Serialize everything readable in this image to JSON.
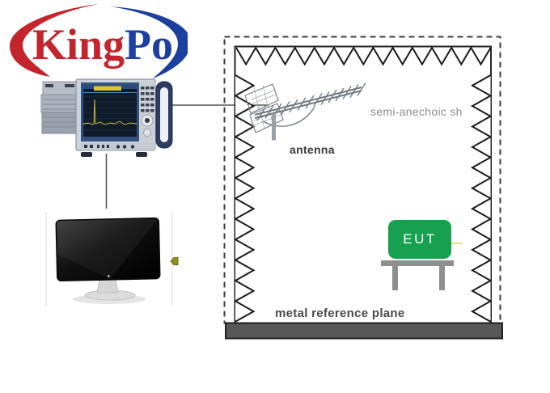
{
  "logo": {
    "part1": "King",
    "part2": "Po",
    "color_part1": "#C4242B",
    "color_part2": "#1C3FA0"
  },
  "diagram": {
    "chamber_label": "semi-anechoic sh",
    "antenna_label": "antenna",
    "eut_label": "EUT",
    "floor_label": "metal reference plane"
  },
  "colors": {
    "eut_green": "#16A04F",
    "cable_yellow": "#E8E07D",
    "metal_plane_gray": "#585858",
    "absorber_line": "#1C1C1C",
    "wall_line": "#262626",
    "dashed_border": "#3D3D3D"
  },
  "images": {
    "analyzer": "emi-test-receiver-photo",
    "monitor": "computer-monitor-photo",
    "antenna": "log-periodic-antenna-drawing",
    "marker": "yellow-tag-icon"
  }
}
